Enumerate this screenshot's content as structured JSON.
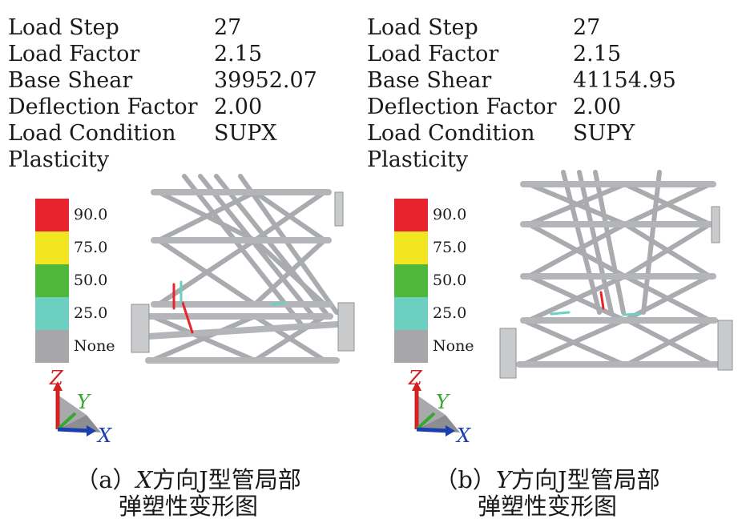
{
  "panels": [
    {
      "info": [
        {
          "label": "Load Step",
          "value": "27"
        },
        {
          "label": "Load Factor",
          "value": "2.15"
        },
        {
          "label": "Base Shear",
          "value": "39952.07"
        },
        {
          "label": "Deflection Factor",
          "value": "2.00"
        },
        {
          "label": "Load Condition",
          "value": "SUPX"
        }
      ],
      "plasticity_title": "Plasticity",
      "legend": [
        {
          "label": "90.0",
          "color": "#e8232d"
        },
        {
          "label": "75.0",
          "color": "#f0e51f"
        },
        {
          "label": "50.0",
          "color": "#4fb83a"
        },
        {
          "label": "25.0",
          "color": "#6ccfbf"
        },
        {
          "label": "None",
          "color": "#a7a7a9"
        }
      ],
      "axes": {
        "z": "Z",
        "y": "Y",
        "x": "X"
      },
      "caption": {
        "prefix": "（a）",
        "axis": "X",
        "line1_rest": "方向J型管局部",
        "line2": "弹塑性变形图"
      }
    },
    {
      "info": [
        {
          "label": "Load Step",
          "value": "27"
        },
        {
          "label": "Load Factor",
          "value": "2.15"
        },
        {
          "label": "Base Shear",
          "value": "41154.95"
        },
        {
          "label": "Deflection Factor",
          "value": "2.00"
        },
        {
          "label": "Load Condition",
          "value": "SUPY"
        }
      ],
      "plasticity_title": "Plasticity",
      "legend": [
        {
          "label": "90.0",
          "color": "#e8232d"
        },
        {
          "label": "75.0",
          "color": "#f0e51f"
        },
        {
          "label": "50.0",
          "color": "#4fb83a"
        },
        {
          "label": "25.0",
          "color": "#6ccfbf"
        },
        {
          "label": "None",
          "color": "#a7a7a9"
        }
      ],
      "axes": {
        "z": "Z",
        "y": "Y",
        "x": "X"
      },
      "caption": {
        "prefix": "（b）",
        "axis": "Y",
        "line1_rest": "方向J型管局部",
        "line2": "弹塑性变形图"
      }
    }
  ],
  "colors": {
    "member": "#b9bbbe",
    "member_dark": "#8b8d91",
    "axis_z": "#d42020",
    "axis_y": "#3aa632",
    "axis_x": "#1c3fb0"
  }
}
